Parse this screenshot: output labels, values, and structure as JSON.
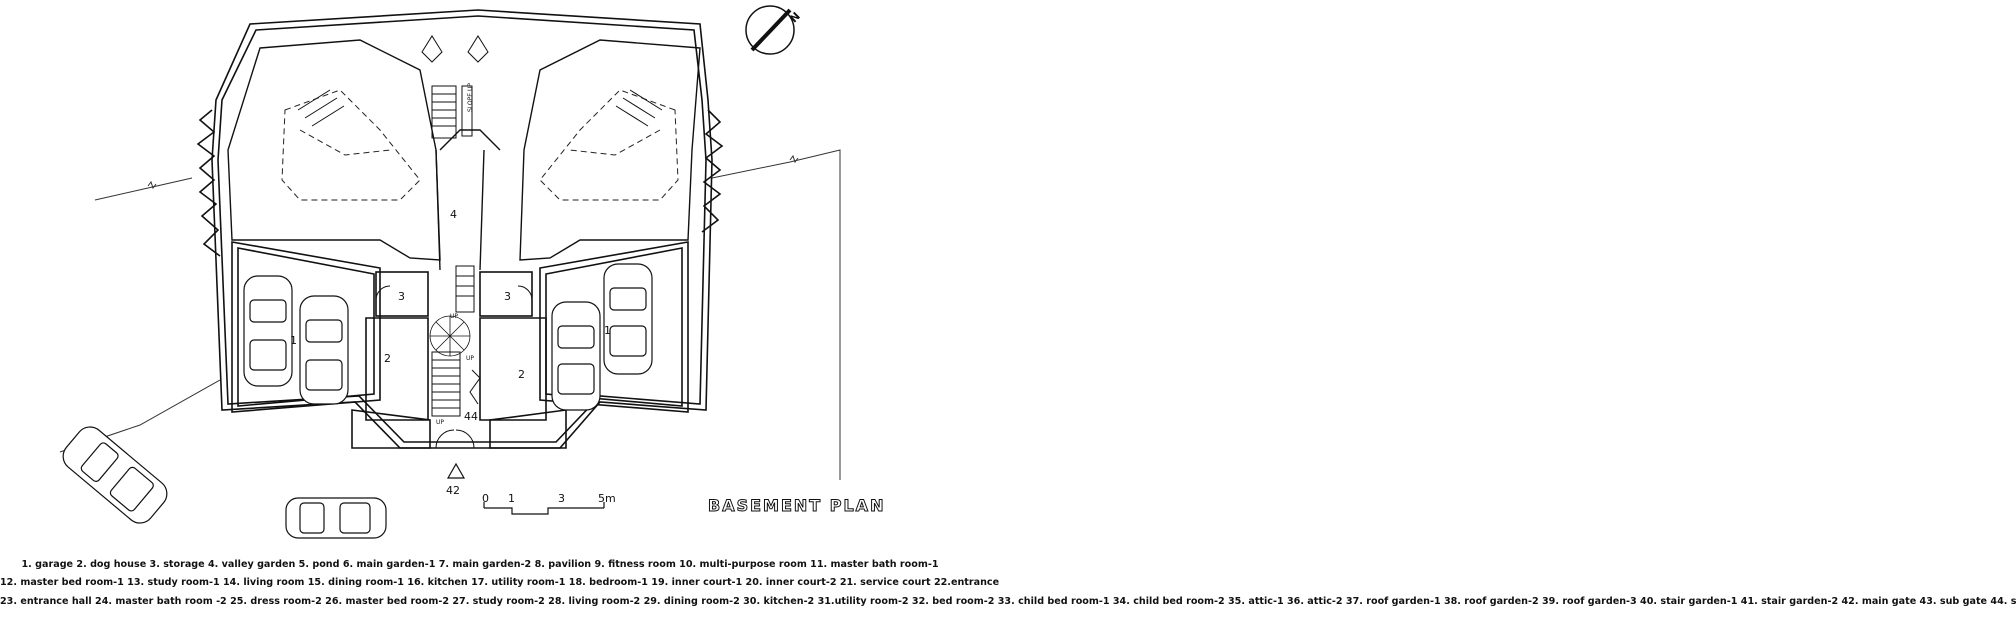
{
  "title": "BASEMENT PLAN",
  "north_label": "N",
  "scale_bar": {
    "ticks": [
      "0",
      "1",
      "3",
      "5m"
    ]
  },
  "room_labels": {
    "garage": "1",
    "valley_garden": "4",
    "storage": "3",
    "dog_house": "2",
    "main_gate": "42",
    "service_gate": "44",
    "up": "UP",
    "slope_up": "SLOPE UP"
  },
  "legend": [
    "1. garage  2. dog house  3. storage  4. valley garden  5. pond  6. main garden-1  7. main garden-2  8. pavilion  9. fitness room  10. multi-purpose room  11. master bath room-1",
    "12. master bed room-1  13. study room-1  14. living room  15. dining room-1  16. kitchen  17. utility room-1  18. bedroom-1  19. inner court-1  20. inner court-2  21. service court  22.entrance",
    "23. entrance hall  24. master bath room -2  25. dress room-2  26. master bed room-2  27. study room-2  28. living room-2  29. dining room-2  30. kitchen-2  31.utility room-2  32. bed room-2  33. child bed room-1  34. child bed room-2  35. attic-1  36. attic-2  37. roof garden-1  38. roof garden-2  39. roof garden-3  40. stair garden-1  41. stair garden-2  42. main gate  43. sub gate  44. s"
  ]
}
